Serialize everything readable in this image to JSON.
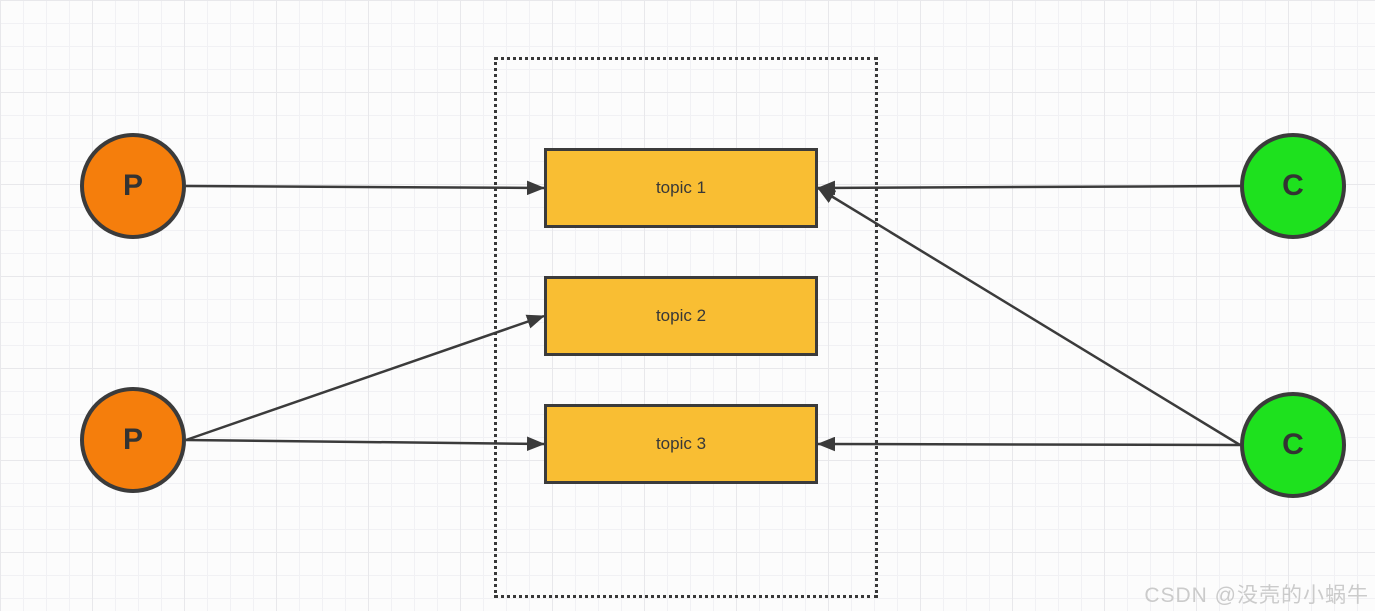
{
  "diagram": {
    "type": "message-queue-topics",
    "nodes": {
      "producers": [
        {
          "id": "producer-1",
          "label": "P"
        },
        {
          "id": "producer-2",
          "label": "P"
        }
      ],
      "topics": [
        {
          "id": "topic-1",
          "label": "topic 1"
        },
        {
          "id": "topic-2",
          "label": "topic 2"
        },
        {
          "id": "topic-3",
          "label": "topic 3"
        }
      ],
      "consumers": [
        {
          "id": "consumer-1",
          "label": "C"
        },
        {
          "id": "consumer-2",
          "label": "C"
        }
      ]
    },
    "edges": [
      {
        "from": "producer-1",
        "to": "topic-1"
      },
      {
        "from": "producer-2",
        "to": "topic-2"
      },
      {
        "from": "producer-2",
        "to": "topic-3"
      },
      {
        "from": "consumer-1",
        "to": "topic-1"
      },
      {
        "from": "consumer-2",
        "to": "topic-1"
      },
      {
        "from": "consumer-2",
        "to": "topic-3"
      }
    ],
    "colors": {
      "producer_fill": "#F57E0C",
      "consumer_fill": "#1EE11E",
      "topic_fill": "#F9BE33",
      "stroke": "#3B3B3B"
    },
    "watermark": "CSDN @没壳的小蜗牛"
  }
}
